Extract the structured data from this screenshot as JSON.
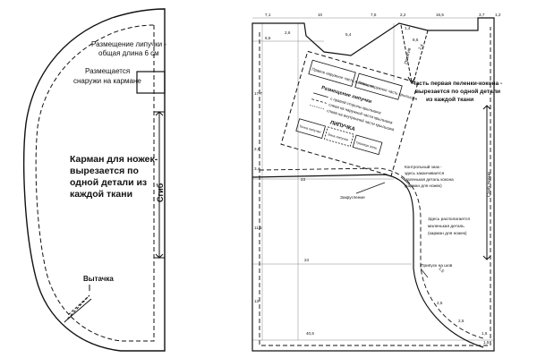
{
  "left_pattern": {
    "velcro_placement": [
      "Размещение липучки -",
      "общая длина 6 см"
    ],
    "outside_pocket": [
      "Размещается",
      "снаружи на кармане"
    ],
    "pocket_title": [
      "Карман для ножек-",
      "вырезается по",
      "одной детали из",
      "каждой ткани"
    ],
    "fold": "Сгиб",
    "dart": "Вытачка"
  },
  "right_pattern": {
    "top_dims": [
      "7,1",
      "10",
      "7,5",
      "2,2",
      "16,5",
      "3,7",
      "1,2"
    ],
    "left_dims": [
      "6,5",
      "17,7",
      "2,6",
      "3,4",
      "11,5",
      "13"
    ],
    "inner_dims": [
      "2,6",
      "5,4",
      "1,4",
      "8,5",
      "23",
      "24",
      "2,5",
      "2,5",
      "1,6",
      "1,5"
    ],
    "bottom_dim": "40,5",
    "slanted_dims": [
      "2,4",
      "1,5"
    ],
    "grain": "Потягив",
    "wing_right": "Правое наружное часть крылышки",
    "wing_left": "Левое наружное часть крылышки",
    "velcro_legend_title": "Размещение липучки",
    "legend_lines": [
      "с правой стороны крылышка",
      "слева на наружной части крылышка",
      "слева на внутренней части крылышка"
    ],
    "velcro_label": "ЛИПУЧКА",
    "velcro_boxes": [
      "Точка липучки",
      "Зона липучки",
      "Граница зоны"
    ],
    "part_title": [
      "Часть первая пеленки-кокона -",
      "вырезается по одной детали",
      "из каждой ткани"
    ],
    "control_mark": [
      "Контрольный знак -",
      "здесь заканчивается",
      "маленькая деталь кокона",
      "(карман для ножек)"
    ],
    "rounding": "Закругление",
    "small_part": [
      "Здесь располагается",
      "маленькая деталь",
      "(карман для ножек)"
    ],
    "seam_allowance": "Припуск на шов",
    "fold": "Сгиб ткани"
  }
}
